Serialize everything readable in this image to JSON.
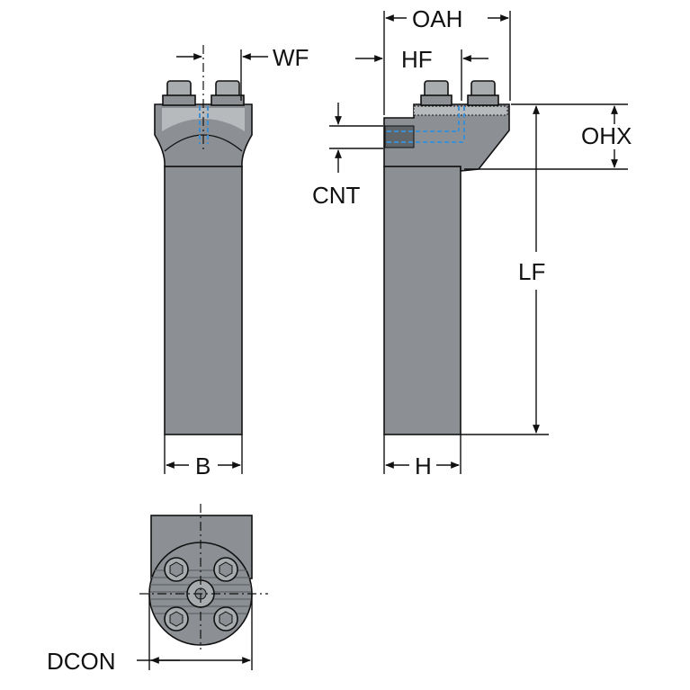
{
  "colors": {
    "body": "#8c9095",
    "body_light": "#b6babd",
    "body_dark": "#60656a",
    "screw": "#a8acaf",
    "coolant": "#3d8fd4",
    "line": "#111111",
    "background": "#ffffff"
  },
  "labels": {
    "oah": "OAH",
    "wf": "WF",
    "hf": "HF",
    "ohx": "OHX",
    "cnt": "CNT",
    "lf": "LF",
    "b": "B",
    "h": "H",
    "dcon": "DCON"
  }
}
